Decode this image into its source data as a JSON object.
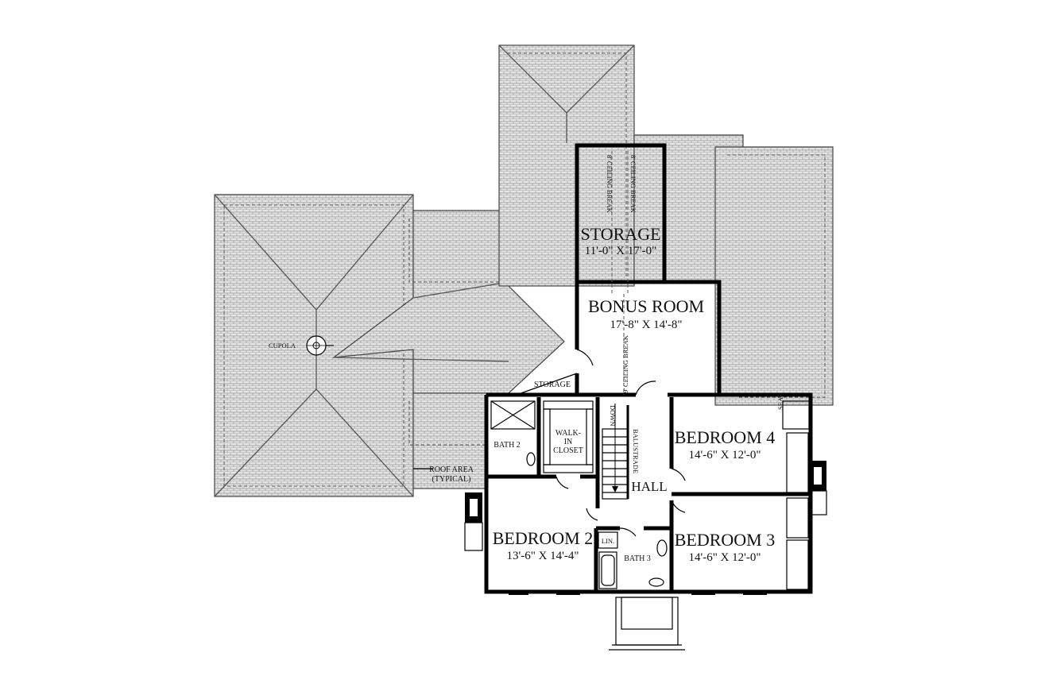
{
  "rooms": {
    "storage_top": {
      "name": "STORAGE",
      "dim": "11'-0\" X 17'-0\""
    },
    "bonus": {
      "name": "BONUS ROOM",
      "dim": "17'-8\" X 14'-8\""
    },
    "bedroom4": {
      "name": "BEDROOM 4",
      "dim": "14'-6\" X 12'-0\""
    },
    "bedroom3": {
      "name": "BEDROOM 3",
      "dim": "14'-6\" X 12'-0\""
    },
    "bedroom2": {
      "name": "BEDROOM 2",
      "dim": "13'-6\" X 14'-4\""
    },
    "hall": {
      "name": "HALL"
    },
    "bath2": {
      "name": "BATH 2"
    },
    "bath3": {
      "name": "BATH 3"
    },
    "walk_in_closet": {
      "line1": "WALK-",
      "line2": "IN",
      "line3": "CLOSET"
    },
    "linen": {
      "name": "LIN."
    },
    "storage_small": {
      "name": "STORAGE"
    }
  },
  "notes": {
    "ceiling_break_8a": "8' CEILING BREAK",
    "ceiling_break_8b": "8' CEILING BREAK",
    "ceiling_break_9": "9' CEILING BREAK",
    "cupola": "CUPOLA",
    "roof_area_line1": "ROOF AREA",
    "roof_area_line2": "(TYPICAL)",
    "down": "DOWN",
    "balustrade": "BALUSTRADE",
    "seat": "SEAT"
  },
  "colors": {
    "ink": "#000000",
    "roof_fill": "#d6d6d6",
    "background": "#ffffff"
  }
}
